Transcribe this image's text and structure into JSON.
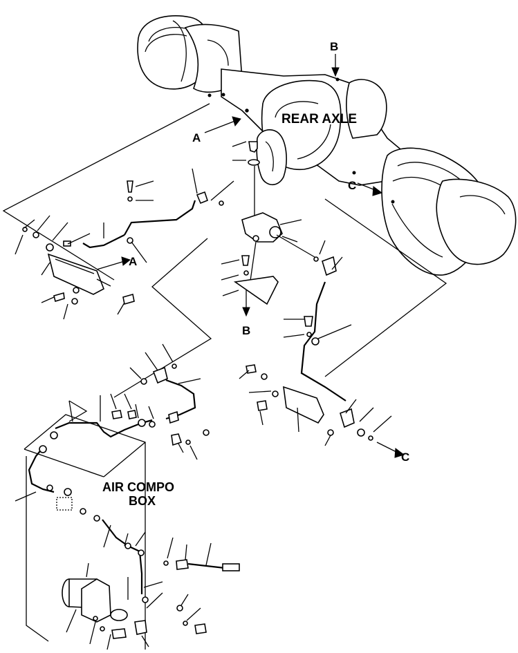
{
  "labels": {
    "rear_axle": "REAR  AXLE",
    "air_compo": "AIR  COMPO",
    "box": "BOX",
    "ref_a_top": "A",
    "ref_a_bracket": "A",
    "ref_b_top": "B",
    "ref_b_bottom": "B",
    "ref_c_top": "C",
    "ref_c_bottom": "C"
  }
}
